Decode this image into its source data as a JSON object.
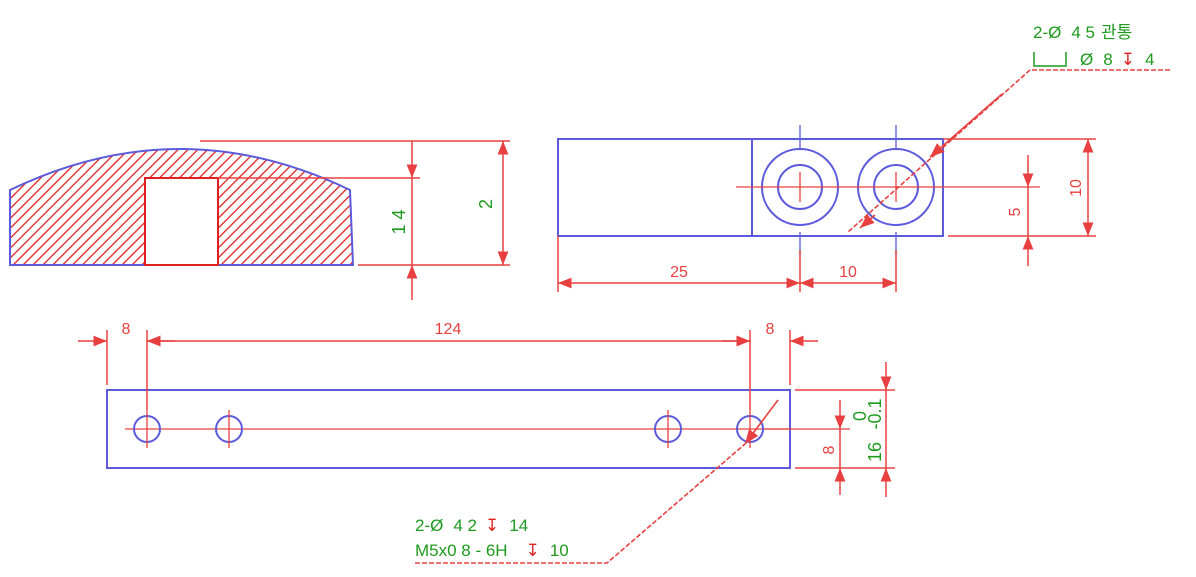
{
  "colors": {
    "outline": "#5b5bdb",
    "dimension": "#e84040",
    "text": "#1e9a1e",
    "hatch": "#e02020"
  },
  "front_view": {
    "dim_14": "1 4",
    "dim_2": "2"
  },
  "side_view": {
    "dim_25": "25",
    "dim_10_bottom": "10",
    "dim_5": "5",
    "dim_10_right": "10",
    "callout": {
      "line1_prefix": "2-Ø",
      "line1_value": "4 5",
      "line1_suffix": "관통",
      "line2_diameter": "Ø",
      "line2_value": "8",
      "line2_depth_symbol": "↧",
      "line2_depth": "4"
    }
  },
  "top_view": {
    "dim_8_left": "8",
    "dim_124": "124",
    "dim_8_right": "8",
    "dim_8_height": "8",
    "dim_tol_nominal": "16",
    "dim_tol_upper": "0",
    "dim_tol_lower": "-0.1",
    "callout": {
      "line1_prefix": "2-Ø",
      "line1_value": "4 2",
      "line1_depth_symbol": "↧",
      "line1_depth": "14",
      "line2_thread": "M5x0 8 - 6H",
      "line2_depth_symbol": "↧",
      "line2_depth": "10"
    }
  }
}
